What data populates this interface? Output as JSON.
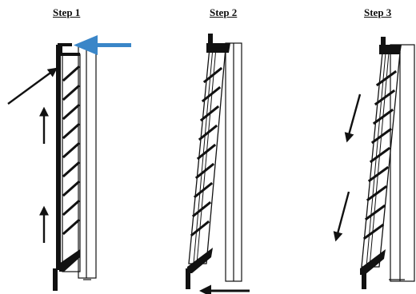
{
  "steps": [
    {
      "title": "Step 1"
    },
    {
      "title": "Step 2"
    },
    {
      "title": "Step 3"
    }
  ],
  "colors": {
    "ink": "#111111",
    "accent_arrow": "#3a86c8",
    "paper": "#ffffff"
  },
  "icons": {
    "push_arrow": "blue-arrow-left-icon",
    "lift_arrow": "arrow-up-icon",
    "down_arrow": "arrow-down-icon",
    "diagonal_arrow": "arrow-up-right-icon",
    "slide_arrow": "arrow-left-icon"
  }
}
